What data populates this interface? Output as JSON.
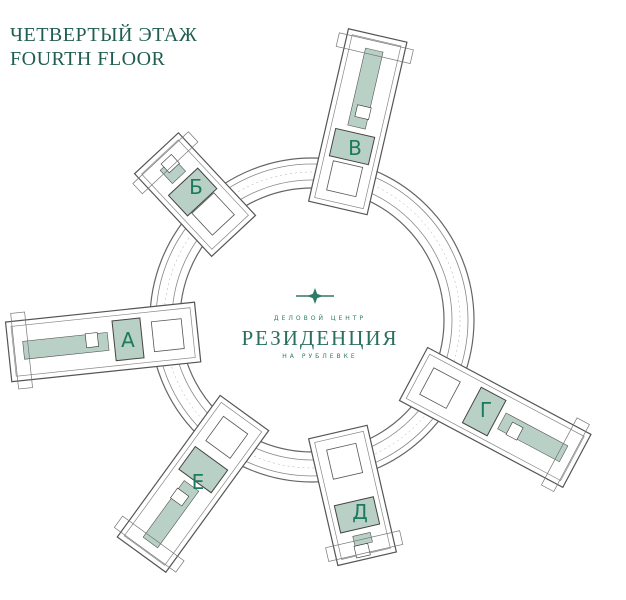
{
  "title": {
    "ru": "ЧЕТВЕРТЫЙ ЭТАЖ",
    "en": "FOURTH FLOOR"
  },
  "brand": {
    "top": "ДЕЛОВОЙ ЦЕНТР",
    "main": "РЕЗИДЕНЦИЯ",
    "bottom": "НА РУБЛЕВКЕ"
  },
  "colors": {
    "accent": "#1f5e50",
    "wing_fill": "#b9d0c6",
    "line": "#555555"
  },
  "wings": [
    {
      "label": "В"
    },
    {
      "label": "Б"
    },
    {
      "label": "А"
    },
    {
      "label": "Г"
    },
    {
      "label": "Д"
    },
    {
      "label": "Е"
    }
  ]
}
